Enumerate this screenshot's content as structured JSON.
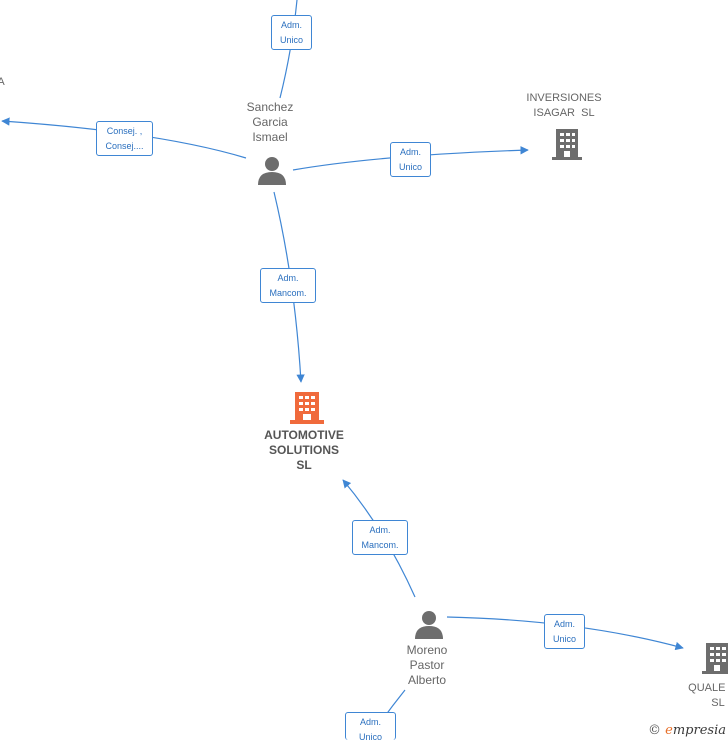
{
  "colors": {
    "edge": "#3f86d4",
    "person": "#6d6d6d",
    "company": "#6d6d6d",
    "focus_company": "#f06a3c"
  },
  "people": [
    {
      "id": "sanchez",
      "lines": [
        "Sanchez",
        "Garcia",
        "Ismael"
      ],
      "icon": "person-icon"
    },
    {
      "id": "moreno",
      "lines": [
        "Moreno",
        "Pastor",
        "Alberto"
      ],
      "icon": "person-icon"
    }
  ],
  "companies": [
    {
      "id": "automotive",
      "lines": [
        "AUTOMOTIVE",
        "SOLUTIONS",
        "SL"
      ],
      "icon": "building-icon",
      "focus": true
    },
    {
      "id": "inversiones",
      "lines": [
        "INVERSIONES",
        "ISAGAR  SL"
      ],
      "icon": "building-icon"
    },
    {
      "id": "quale",
      "lines": [
        "QUALE V",
        "SL"
      ],
      "icon": "building-icon"
    },
    {
      "id": "left_partial",
      "lines": [
        "A"
      ],
      "icon": "none"
    }
  ],
  "edges": [
    {
      "id": "e1",
      "lines": [
        "Adm.",
        "Unico"
      ]
    },
    {
      "id": "e2",
      "lines": [
        "Consej. ,",
        "Consej...."
      ]
    },
    {
      "id": "e3",
      "lines": [
        "Adm.",
        "Unico"
      ]
    },
    {
      "id": "e4",
      "lines": [
        "Adm.",
        "Mancom."
      ]
    },
    {
      "id": "e5",
      "lines": [
        "Adm.",
        "Mancom."
      ]
    },
    {
      "id": "e6",
      "lines": [
        "Adm.",
        "Unico"
      ]
    },
    {
      "id": "e7",
      "lines": [
        "Adm.",
        "Unico"
      ]
    }
  ],
  "watermark": {
    "copyright": "©",
    "brand_initial": "e",
    "brand_rest": "mpresia"
  }
}
